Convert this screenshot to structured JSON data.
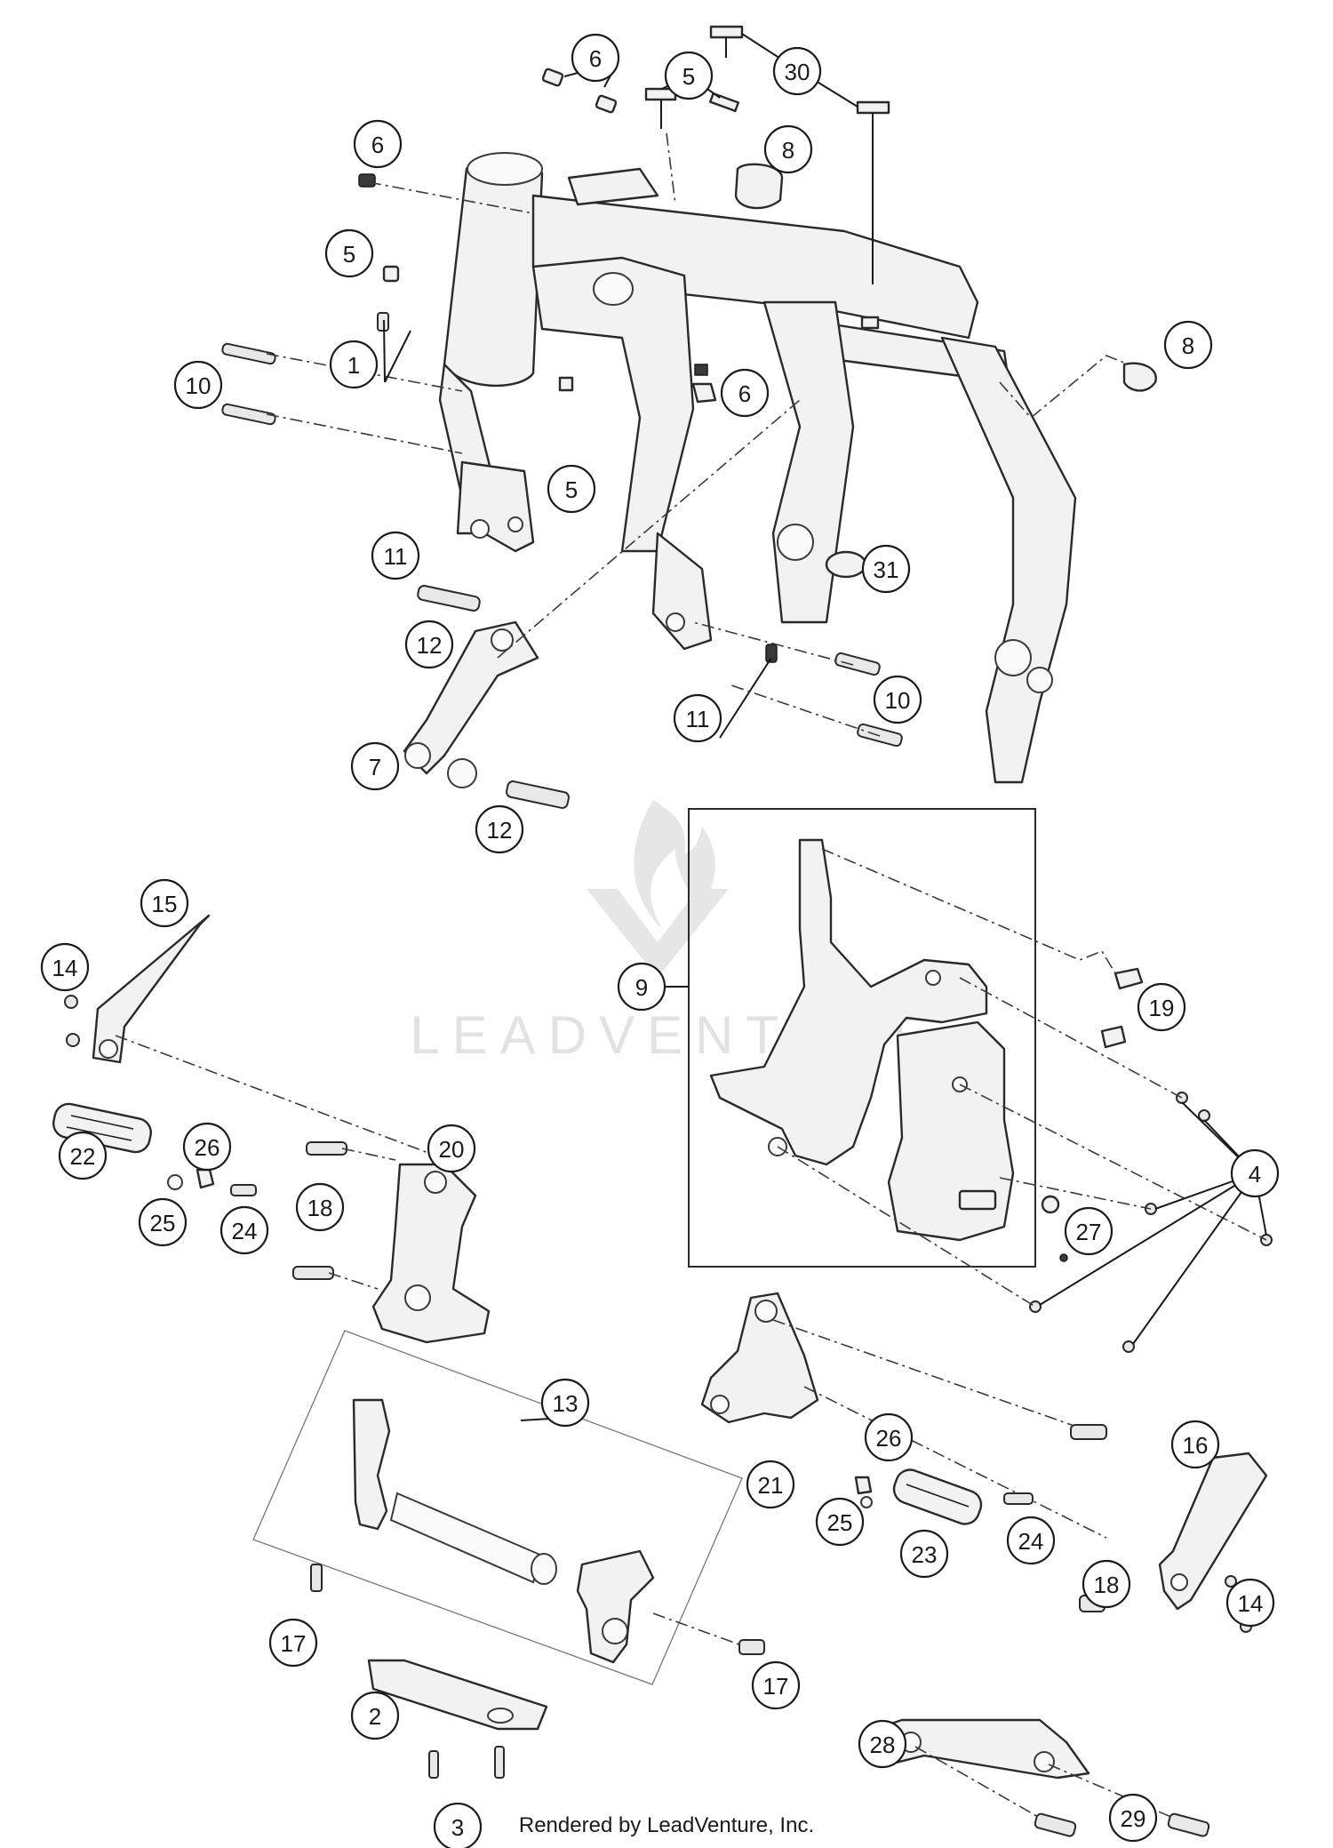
{
  "watermark": {
    "text": "LEADVENTURE"
  },
  "footer": {
    "text": "Rendered by LeadVenture, Inc."
  },
  "callouts": [
    {
      "id": "c1",
      "label": "1"
    },
    {
      "id": "c2",
      "label": "2"
    },
    {
      "id": "c3",
      "label": "3"
    },
    {
      "id": "c4",
      "label": "4"
    },
    {
      "id": "c5a",
      "label": "5"
    },
    {
      "id": "c5b",
      "label": "5"
    },
    {
      "id": "c5c",
      "label": "5"
    },
    {
      "id": "c6a",
      "label": "6"
    },
    {
      "id": "c6b",
      "label": "6"
    },
    {
      "id": "c6c",
      "label": "6"
    },
    {
      "id": "c7",
      "label": "7"
    },
    {
      "id": "c8a",
      "label": "8"
    },
    {
      "id": "c8b",
      "label": "8"
    },
    {
      "id": "c9",
      "label": "9"
    },
    {
      "id": "c10a",
      "label": "10"
    },
    {
      "id": "c10b",
      "label": "10"
    },
    {
      "id": "c11a",
      "label": "11"
    },
    {
      "id": "c11b",
      "label": "11"
    },
    {
      "id": "c12a",
      "label": "12"
    },
    {
      "id": "c12b",
      "label": "12"
    },
    {
      "id": "c13",
      "label": "13"
    },
    {
      "id": "c14a",
      "label": "14"
    },
    {
      "id": "c14b",
      "label": "14"
    },
    {
      "id": "c15",
      "label": "15"
    },
    {
      "id": "c16",
      "label": "16"
    },
    {
      "id": "c17a",
      "label": "17"
    },
    {
      "id": "c17b",
      "label": "17"
    },
    {
      "id": "c18a",
      "label": "18"
    },
    {
      "id": "c18b",
      "label": "18"
    },
    {
      "id": "c19",
      "label": "19"
    },
    {
      "id": "c20",
      "label": "20"
    },
    {
      "id": "c21",
      "label": "21"
    },
    {
      "id": "c22",
      "label": "22"
    },
    {
      "id": "c23",
      "label": "23"
    },
    {
      "id": "c24a",
      "label": "24"
    },
    {
      "id": "c24b",
      "label": "24"
    },
    {
      "id": "c25a",
      "label": "25"
    },
    {
      "id": "c25b",
      "label": "25"
    },
    {
      "id": "c26a",
      "label": "26"
    },
    {
      "id": "c26b",
      "label": "26"
    },
    {
      "id": "c27",
      "label": "27"
    },
    {
      "id": "c28",
      "label": "28"
    },
    {
      "id": "c29",
      "label": "29"
    },
    {
      "id": "c30",
      "label": "30"
    },
    {
      "id": "c31",
      "label": "31"
    }
  ]
}
